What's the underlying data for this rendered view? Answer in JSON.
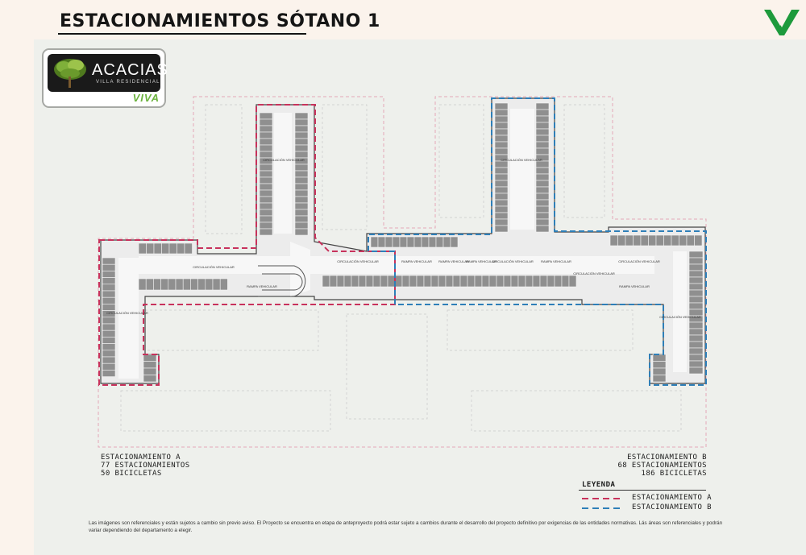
{
  "header": {
    "title": "ESTACIONAMIENTOS SÓTANO 1",
    "corner_logo_icon": "v-checkmark-logo-icon"
  },
  "brand": {
    "name": "ACACIAS",
    "subtitle": "VILLA RESIDENCIAL",
    "tagline": "VIVA",
    "tree_icon": "tree-logo-icon"
  },
  "plan": {
    "colors": {
      "zone_a": "#c8325c",
      "zone_b": "#2e7fb8",
      "outline": "#e5a9b8",
      "wall": "#3a3a3a",
      "stall": "#8f8f8f"
    },
    "labels": {
      "circulacion": "CIRCULACIÓN VEHICULAR",
      "rampa": "RAMPA VEHICULAR"
    }
  },
  "summary_a": {
    "name": "ESTACIONAMIENTO A",
    "spots": "77 ESTACIONAMIENTOS",
    "bikes": "50 BICICLETAS"
  },
  "summary_b": {
    "name": "ESTACIONAMIENTO B",
    "spots": "68 ESTACIONAMIENTOS",
    "bikes": "186 BICICLETAS"
  },
  "legend": {
    "heading": "LEYENDA",
    "items": [
      {
        "label": "ESTACIONAMIENTO A",
        "color": "#c8325c"
      },
      {
        "label": "ESTACIONAMIENTO B",
        "color": "#2e7fb8"
      }
    ]
  },
  "disclaimer": "Las imágenes son referenciales y están sujetos a cambio sin previo aviso. El Proyecto se encuentra en etapa de anteproyecto podrá estar sujeto a cambios durante el desarrollo del proyecto definitivo por exigencias de las entidades normativas. Lás áreas son referenciales y podrán variar dependiendo del departamento a elegir."
}
